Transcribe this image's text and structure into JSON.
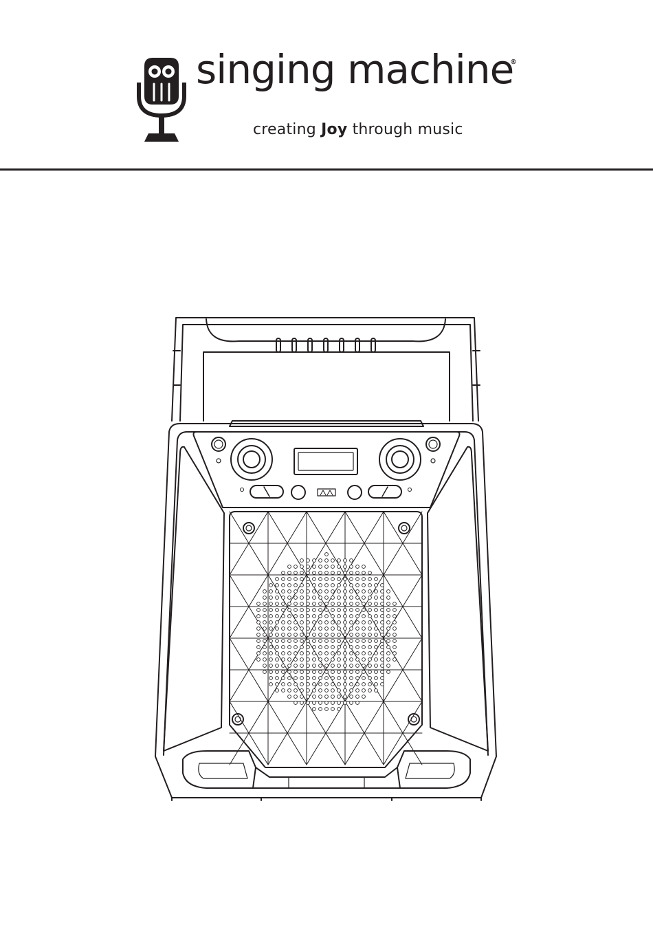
{
  "brand": {
    "name": "singing machine",
    "registered_mark": "®",
    "logo_icon": "microphone-mascot-icon",
    "tagline": {
      "before": "creating ",
      "emphasis": "Joy",
      "after": " through music"
    }
  },
  "illustration": {
    "subject": "karaoke-speaker-line-drawing",
    "stroke_color": "#231f20",
    "background_color": "#ffffff"
  }
}
